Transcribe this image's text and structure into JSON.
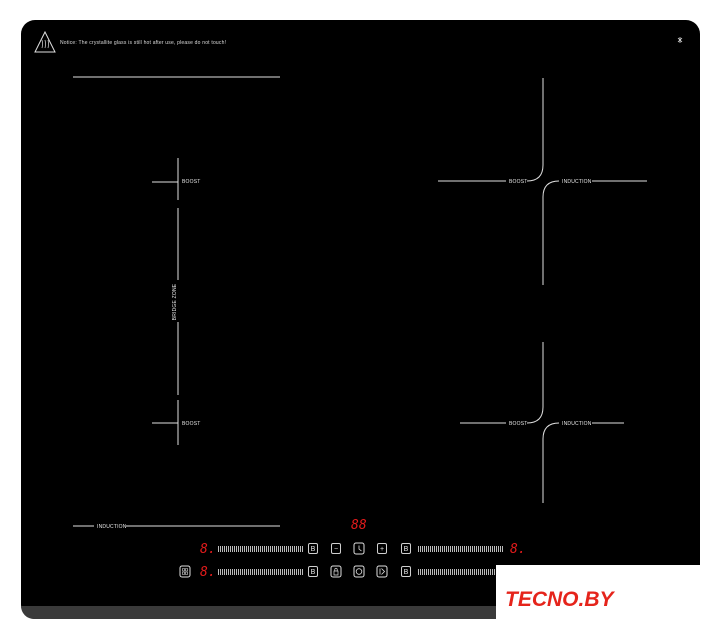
{
  "notice": "Notice: The crystallite glass is still hot after use, please do not touch!",
  "zones": {
    "left_boost_top": "BOOST",
    "left_bridge": "BRIDGE ZONE",
    "left_boost_bottom": "BOOST",
    "left_induction": "INDUCTION",
    "right_top_boost": "BOOST",
    "right_top_induction": "INDUCTION",
    "right_bottom_boost": "BOOST",
    "right_bottom_induction": "INDUCTION"
  },
  "displays": {
    "timer": "88",
    "zone_left_top": "8.",
    "zone_left_bottom": "8.",
    "zone_right_top": "8."
  },
  "keys": {
    "boost_left_top": "B",
    "boost_left_bottom": "B",
    "boost_right_top": "B",
    "boost_right_bottom": "B",
    "minus": "−",
    "plus": "+"
  },
  "logo": {
    "part1": "TEC",
    "part2": "NO.BY"
  },
  "colors": {
    "glass": "#000000",
    "display_red": "#e21b1b",
    "logo_red": "#e5241b"
  }
}
